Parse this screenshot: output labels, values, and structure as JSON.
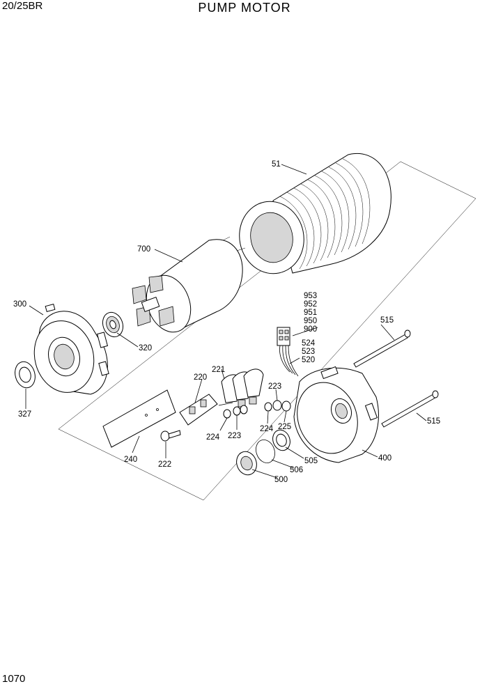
{
  "header": {
    "model": "20/25BR",
    "title": "PUMP MOTOR"
  },
  "footer": {
    "page_number": "1070"
  },
  "part_labels": {
    "p51": "51",
    "p700": "700",
    "p300": "300",
    "p320": "320",
    "p327": "327",
    "p953": "953",
    "p952": "952",
    "p951": "951",
    "p950": "950",
    "p900": "900",
    "p524": "524",
    "p523": "523",
    "p520": "520",
    "p515a": "515",
    "p515b": "515",
    "p221": "221",
    "p220": "220",
    "p223a": "223",
    "p223b": "223",
    "p224a": "224",
    "p224b": "224",
    "p225": "225",
    "p240": "240",
    "p222": "222",
    "p505": "505",
    "p506": "506",
    "p500": "500",
    "p400": "400"
  }
}
